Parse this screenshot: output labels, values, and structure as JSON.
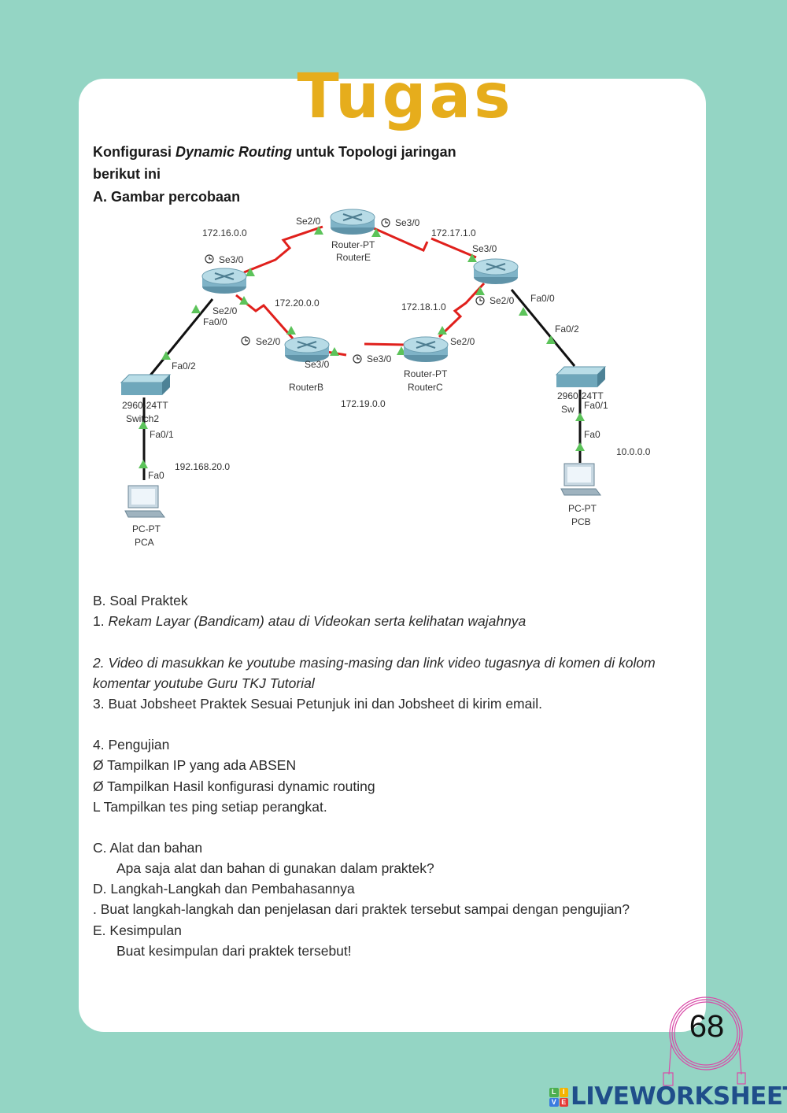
{
  "title": "Tugas",
  "heading": {
    "line1_a": "Konfigurasi ",
    "line1_b": "Dynamic Routing",
    "line1_c": " untuk Topologi jaringan",
    "line2": "berikut ini",
    "section_a": "A. Gambar percobaan"
  },
  "diagram": {
    "net_e_a": "172.16.0.0",
    "net_e_d": "172.17.1.0",
    "net_a_b": "172.20.0.0",
    "net_c_d": "172.18.1.0",
    "net_b_c": "172.19.0.0",
    "net_pca": "192.168.20.0",
    "net_pcb": "10.0.0.0",
    "routerE_type": "Router-PT",
    "routerE_name": "RouterE",
    "routerB_name": "RouterB",
    "routerC_type": "Router-PT",
    "routerC_name": "RouterC",
    "routerE_se20": "Se2/0",
    "routerE_se30": "Se3/0",
    "routerD_se30": "Se3/0",
    "routerD_se20": "Se2/0",
    "routerD_fa00": "Fa0/0",
    "routerA_se30": "Se3/0",
    "routerA_se20": "Se2/0",
    "routerA_fa00": "Fa0/0",
    "routerB_se20": "Se2/0",
    "routerB_se30": "Se3/0",
    "routerC_se30": "Se3/0",
    "routerC_se20": "Se2/0",
    "switch2_fa02": "Fa0/2",
    "switch2_fa01": "Fa0/1",
    "switch2_model": "2960-24TT",
    "switch2_name": "Switch2",
    "switchR_fa02": "Fa0/2",
    "switchR_fa01": "Fa0/1",
    "switchR_model": "2960-24TT",
    "switchR_name": "Sw",
    "pca_fa0": "Fa0",
    "pcb_fa0": "Fa0",
    "pca_type": "PC-PT",
    "pca_name": "PCA",
    "pcb_type": "PC-PT",
    "pcb_name": "PCB",
    "colors": {
      "serial_link": "#e0201c",
      "ethernet_link": "#111111",
      "port_up": "#5cc35a",
      "router": "#8fbfd0"
    }
  },
  "body": {
    "b_heading": "B.  Soal Praktek",
    "item1": "1. ",
    "item1_text": "Rekam Layar (Bandicam) atau di Videokan serta kelihatan wajahnya",
    "item2_line1": "2. Video di masukkan ke youtube masing-masing dan link video tugasnya di komen di kolom",
    "item2_line2": "komentar youtube Guru TKJ Tutorial",
    "item3": "3. Buat Jobsheet Praktek Sesuai Petunjuk ini dan Jobsheet di kirim email.",
    "item4": "4. Pengujian",
    "item4_a": "Ø  Tampilkan IP yang ada ABSEN",
    "item4_b": "Ø  Tampilkan Hasil konfigurasi  dynamic routing",
    "item4_c": "L    Tampilkan tes ping setiap perangkat.",
    "c_heading": "C.   Alat dan bahan",
    "c_text": "Apa saja alat dan bahan di gunakan dalam praktek?",
    "d_heading": "D.   Langkah-Langkah dan Pembahasannya",
    "d_text": ".     Buat langkah-langkah dan penjelasan dari praktek tersebut sampai dengan pengujian?",
    "e_heading": "E.   Kesimpulan",
    "e_text": "Buat kesimpulan dari praktek tersebut!"
  },
  "page_number": "68",
  "brand": {
    "name": "LIVEWORKSHEETS",
    "logo_letters": [
      "L",
      "I",
      "V",
      "E"
    ]
  }
}
